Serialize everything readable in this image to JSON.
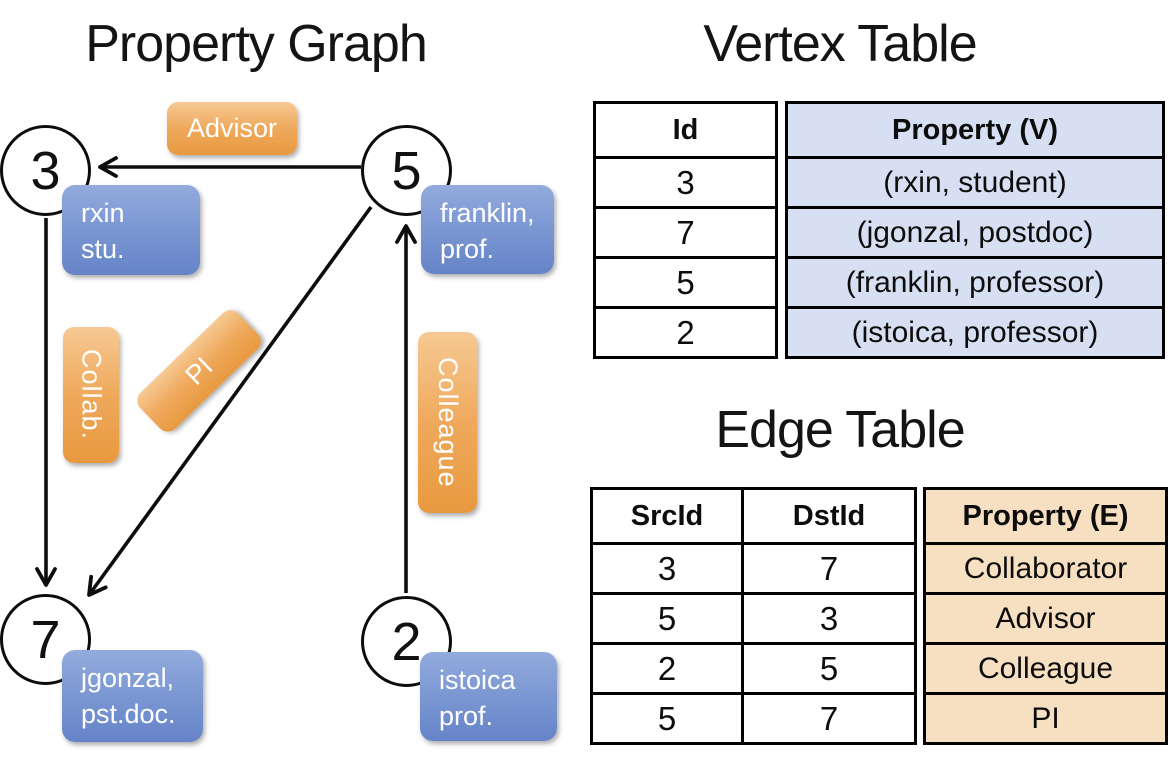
{
  "graph": {
    "title": "Property Graph",
    "nodes": [
      {
        "id": "3",
        "line1": "rxin",
        "line2": "stu."
      },
      {
        "id": "5",
        "line1": "franklin,",
        "line2": "prof."
      },
      {
        "id": "7",
        "line1": "jgonzal,",
        "line2": "pst.doc."
      },
      {
        "id": "2",
        "line1": "istoica",
        "line2": "prof."
      }
    ],
    "edges": [
      {
        "label": "Advisor",
        "from": "5",
        "to": "3"
      },
      {
        "label": "Collab.",
        "from": "3",
        "to": "7"
      },
      {
        "label": "PI",
        "from": "5",
        "to": "7"
      },
      {
        "label": "Colleague",
        "from": "2",
        "to": "5"
      }
    ]
  },
  "vertex_table": {
    "title": "Vertex Table",
    "columns": {
      "id": "Id",
      "property": "Property (V)"
    },
    "rows": [
      {
        "id": "3",
        "property": "(rxin, student)"
      },
      {
        "id": "7",
        "property": "(jgonzal, postdoc)"
      },
      {
        "id": "5",
        "property": "(franklin, professor)"
      },
      {
        "id": "2",
        "property": "(istoica, professor)"
      }
    ]
  },
  "edge_table": {
    "title": "Edge Table",
    "columns": {
      "src": "SrcId",
      "dst": "DstId",
      "property": "Property (E)"
    },
    "rows": [
      {
        "src": "3",
        "dst": "7",
        "property": "Collaborator"
      },
      {
        "src": "5",
        "dst": "3",
        "property": "Advisor"
      },
      {
        "src": "2",
        "dst": "5",
        "property": "Colleague"
      },
      {
        "src": "5",
        "dst": "7",
        "property": "PI"
      }
    ]
  },
  "colors": {
    "edge_label_orange": "#EFA95C",
    "vertex_box_blue": "#7D99D4",
    "vertex_table_fill": "#D6E0F2",
    "edge_table_fill": "#F7DFC2",
    "line_black": "#0D0D0D"
  }
}
